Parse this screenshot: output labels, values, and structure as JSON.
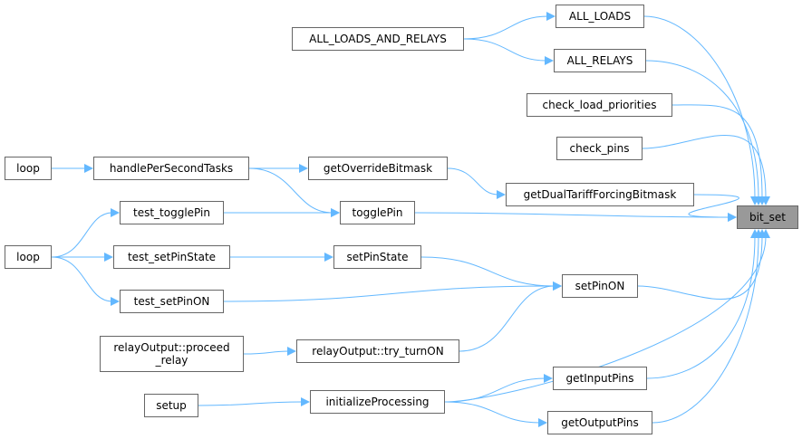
{
  "diagram": {
    "type": "call-graph",
    "title": "bit_set caller graph",
    "colors": {
      "edge": "#63b8ff",
      "node_border": "#666666",
      "focus_fill": "#999999"
    },
    "nodes": {
      "bit_set": "bit_set",
      "all_loads": "ALL_LOADS",
      "all_loads_and_relays": "ALL_LOADS_AND_RELAYS",
      "all_relays": "ALL_RELAYS",
      "check_load_priorities": "check_load_priorities",
      "check_pins": "check_pins",
      "loop1": "loop",
      "handle_per_second_tasks": "handlePerSecondTasks",
      "get_override_bitmask": "getOverrideBitmask",
      "get_dual_tariff": "getDualTariffForcingBitmask",
      "test_toggle_pin": "test_togglePin",
      "toggle_pin": "togglePin",
      "loop2": "loop",
      "test_set_pin_state": "test_setPinState",
      "set_pin_state": "setPinState",
      "test_set_pin_on": "test_setPinON",
      "set_pin_on": "setPinON",
      "proceed_relay": "relayOutput::proceed\n_relay",
      "try_turn_on": "relayOutput::try_turnON",
      "setup": "setup",
      "initialize_processing": "initializeProcessing",
      "get_input_pins": "getInputPins",
      "get_output_pins": "getOutputPins"
    },
    "edges": [
      [
        "all_loads",
        "bit_set"
      ],
      [
        "all_relays",
        "bit_set"
      ],
      [
        "check_load_priorities",
        "bit_set"
      ],
      [
        "check_pins",
        "bit_set"
      ],
      [
        "get_dual_tariff",
        "bit_set"
      ],
      [
        "toggle_pin",
        "bit_set"
      ],
      [
        "set_pin_on",
        "bit_set"
      ],
      [
        "initialize_processing",
        "bit_set"
      ],
      [
        "get_input_pins",
        "bit_set"
      ],
      [
        "get_output_pins",
        "bit_set"
      ],
      [
        "all_loads_and_relays",
        "all_loads"
      ],
      [
        "all_loads_and_relays",
        "all_relays"
      ],
      [
        "loop1",
        "handle_per_second_tasks"
      ],
      [
        "handle_per_second_tasks",
        "get_override_bitmask"
      ],
      [
        "handle_per_second_tasks",
        "toggle_pin"
      ],
      [
        "get_override_bitmask",
        "get_dual_tariff"
      ],
      [
        "test_toggle_pin",
        "toggle_pin"
      ],
      [
        "loop2",
        "test_toggle_pin"
      ],
      [
        "loop2",
        "test_set_pin_state"
      ],
      [
        "loop2",
        "test_set_pin_on"
      ],
      [
        "test_set_pin_state",
        "set_pin_state"
      ],
      [
        "set_pin_state",
        "set_pin_on"
      ],
      [
        "test_set_pin_on",
        "set_pin_on"
      ],
      [
        "try_turn_on",
        "set_pin_on"
      ],
      [
        "proceed_relay",
        "try_turn_on"
      ],
      [
        "setup",
        "initialize_processing"
      ],
      [
        "initialize_processing",
        "get_input_pins"
      ],
      [
        "initialize_processing",
        "get_output_pins"
      ]
    ]
  }
}
